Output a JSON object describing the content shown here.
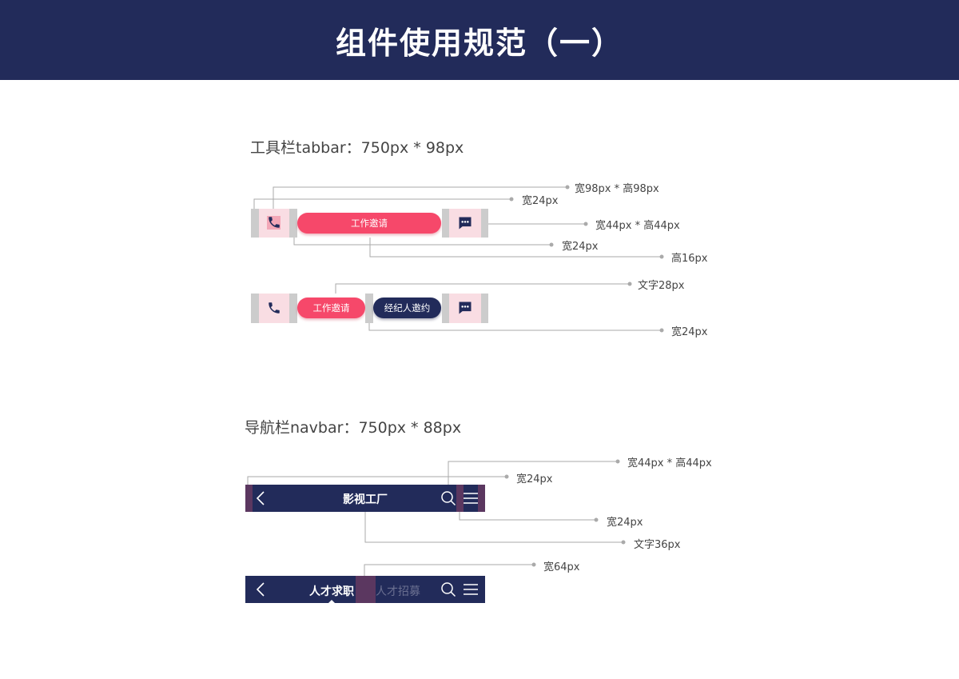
{
  "header": {
    "title": "组件使用规范（一）"
  },
  "tabbar": {
    "section_title": "工具栏tabbar：750px * 98px",
    "invite_label": "工作邀请",
    "agent_invite_label": "经纪人邀约",
    "annotations": {
      "size_98": "宽98px * 高98px",
      "width_24_a": "宽24px",
      "icon_44": "宽44px * 高44px",
      "width_24_b": "宽24px",
      "height_16": "高16px",
      "text_28": "文字28px",
      "width_24_c": "宽24px"
    }
  },
  "navbar": {
    "section_title": "导航栏navbar：750px * 88px",
    "title": "影视工厂",
    "tab_active": "人才求职",
    "tab_inactive": "人才招募",
    "annotations": {
      "icon_44": "宽44px * 高44px",
      "width_24_a": "宽24px",
      "width_24_b": "宽24px",
      "text_36": "文字36px",
      "width_64": "宽64px"
    }
  },
  "colors": {
    "navy": "#222b5a",
    "accent_red": "#f6486a",
    "pink": "#f9dde3",
    "mark_purple": "#5b3760"
  },
  "icons": [
    "phone-icon",
    "message-icon",
    "back-chevron-icon",
    "search-icon",
    "menu-icon"
  ]
}
